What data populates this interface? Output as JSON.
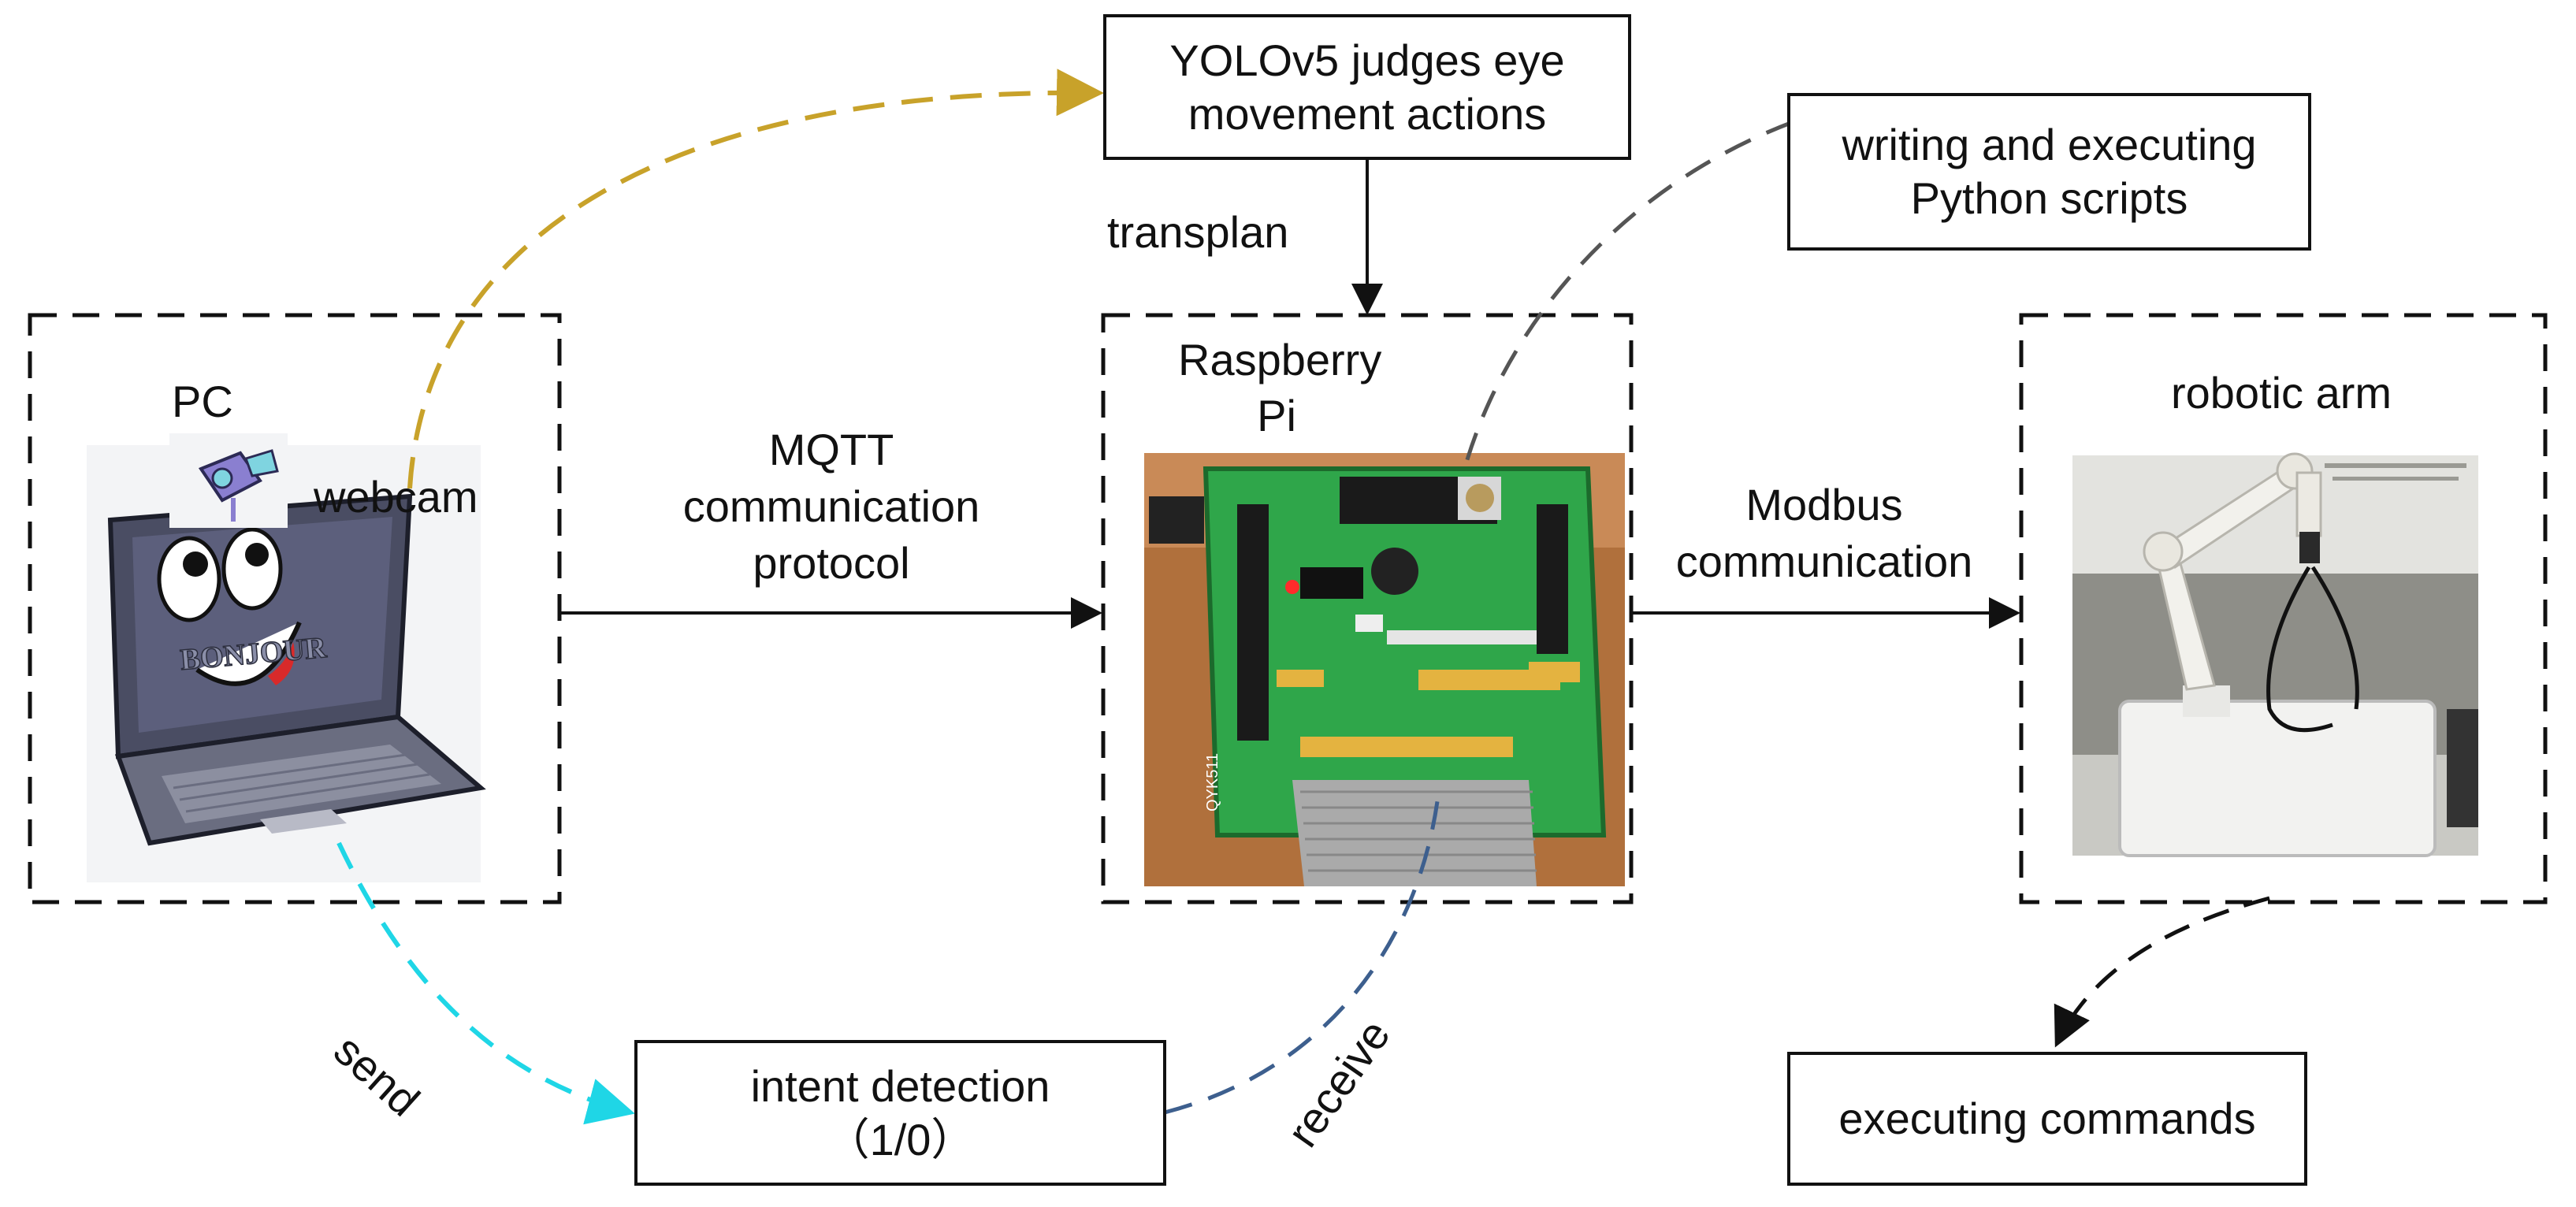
{
  "nodes": {
    "pc": {
      "title": "PC",
      "webcam_label": "webcam",
      "screen_text": "BONJOUR"
    },
    "raspberry_pi": {
      "title_line1": "Raspberry",
      "title_line2": "Pi",
      "board_text": "QYK511"
    },
    "robotic_arm": {
      "title": "robotic arm"
    },
    "yolo": {
      "line1": "YOLOv5 judges eye",
      "line2": "movement actions"
    },
    "python": {
      "line1": "writing and executing",
      "line2": "Python scripts"
    },
    "intent": {
      "line1": "intent detection",
      "line2": "（1/0）"
    },
    "executing": {
      "label": "executing commands"
    }
  },
  "edges": {
    "mqtt": {
      "line1": "MQTT",
      "line2": "communication",
      "line3": "protocol"
    },
    "modbus": {
      "line1": "Modbus",
      "line2": "communication"
    },
    "transplan": "transplan",
    "send": "send",
    "receive": "receive"
  },
  "colors": {
    "line": "#111111",
    "webcam_arc": "#c8a22a",
    "send_arc": "#1fd6e6",
    "receive_arc": "#3d5f8e",
    "script_arc": "#555555"
  }
}
